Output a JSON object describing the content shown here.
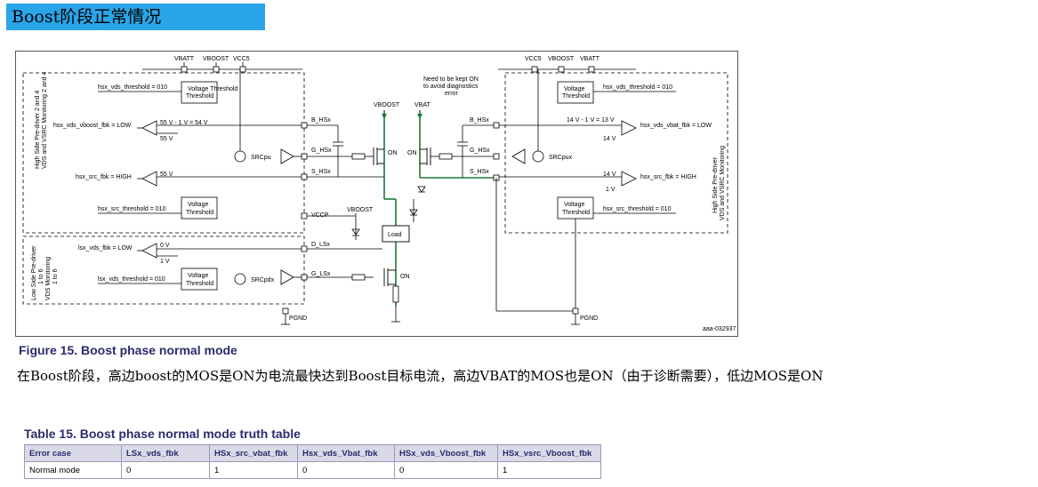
{
  "section_title": "Boost阶段正常情况",
  "figure": {
    "caption": "Figure 15.  Boost phase normal mode",
    "figure_id": "aaa-032937",
    "left": {
      "supplies": [
        "VBATT",
        "VBOOST",
        "VCC5"
      ],
      "block_label_hs": "High Side Pre-driver 2 and 4\nVDS and VSRC Monitoring 2 and 4",
      "block_label_ls": "Low Side Pre-driver 1 to 6\nVDS Monitoring 1 to 6",
      "signals": [
        "hsx_vds_threshold = 010",
        "hsx_vds_vboost_fbk = LOW",
        "hsx_src_fbk = HIGH",
        "hsx_src_threshold = 010",
        "lsx_vds_fbk = LOW",
        "lsx_vds_threshold = 010"
      ],
      "levels": [
        "55 V - 1 V = 54 V",
        "55 V",
        "55 V",
        "0 V",
        "1 V"
      ],
      "pins": [
        "B_HSx",
        "G_HSx",
        "S_HSx",
        "VCCP",
        "D_LSx",
        "G_LSx",
        "PGND"
      ],
      "boxes": [
        "Voltage Threshold"
      ],
      "src_pu": "SRCpu",
      "src_pd": "SRCpdx"
    },
    "center": {
      "vboost": "VBOOST",
      "vbat": "VBAT",
      "vboost2": "VBOOST",
      "note": "Need to be kept ON to avoid diagnostics error",
      "on1": "ON",
      "on2": "ON",
      "on3": "ON",
      "load": "Load"
    },
    "right": {
      "supplies": [
        "VCC5",
        "VBOOST",
        "VBATT"
      ],
      "block_label": "High Side Pre-driver\nVDS and VSRC Monitoring",
      "signals": [
        "hsx_vds_threshold = 010",
        "hsx_vds_vbat_fbk = LOW",
        "hsx_src_fbk = HIGH",
        "hsx_src_threshold = 010"
      ],
      "levels": [
        "14 V - 1 V = 13 V",
        "14 V",
        "14 V",
        "1 V"
      ],
      "pins": [
        "B_HSx",
        "G_HSx",
        "S_HSx",
        "PGND"
      ],
      "src_pu": "SRCpux"
    },
    "colors": {
      "highlight": "#1a7a3a",
      "wire": "#000000"
    }
  },
  "description": "在Boost阶段，高边boost的MOS是ON为电流最快达到Boost目标电流，高边VBAT的MOS也是ON（由于诊断需要），低边MOS是ON",
  "table": {
    "caption": "Table 15.  Boost phase normal mode truth table",
    "headers": [
      "Error case",
      "LSx_vds_fbk",
      "HSx_src_vbat_fbk",
      "Hsx_vds_Vbat_fbk",
      "HSx_vds_Vboost_fbk",
      "HSx_vsrc_Vboost_fbk"
    ],
    "rows": [
      [
        "Normal mode",
        "0",
        "1",
        "0",
        "0",
        "1"
      ]
    ]
  }
}
